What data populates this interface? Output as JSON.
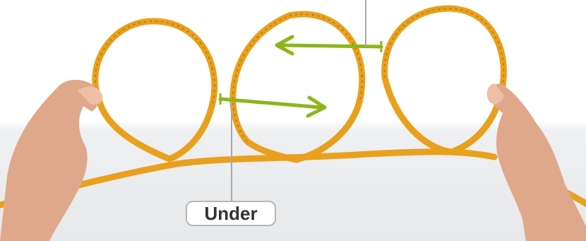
{
  "label": {
    "text": "Under"
  },
  "colors": {
    "rope": "#E9A01C",
    "rope_shadow": "#C07A10",
    "arrow": "#8DB51A",
    "callout_line": "#A8A8A8",
    "skin": "#E0A88A"
  },
  "icons": [
    "rope-loop-left",
    "rope-loop-middle",
    "rope-loop-right",
    "arrow-left",
    "arrow-right",
    "hand-left",
    "hand-right"
  ]
}
